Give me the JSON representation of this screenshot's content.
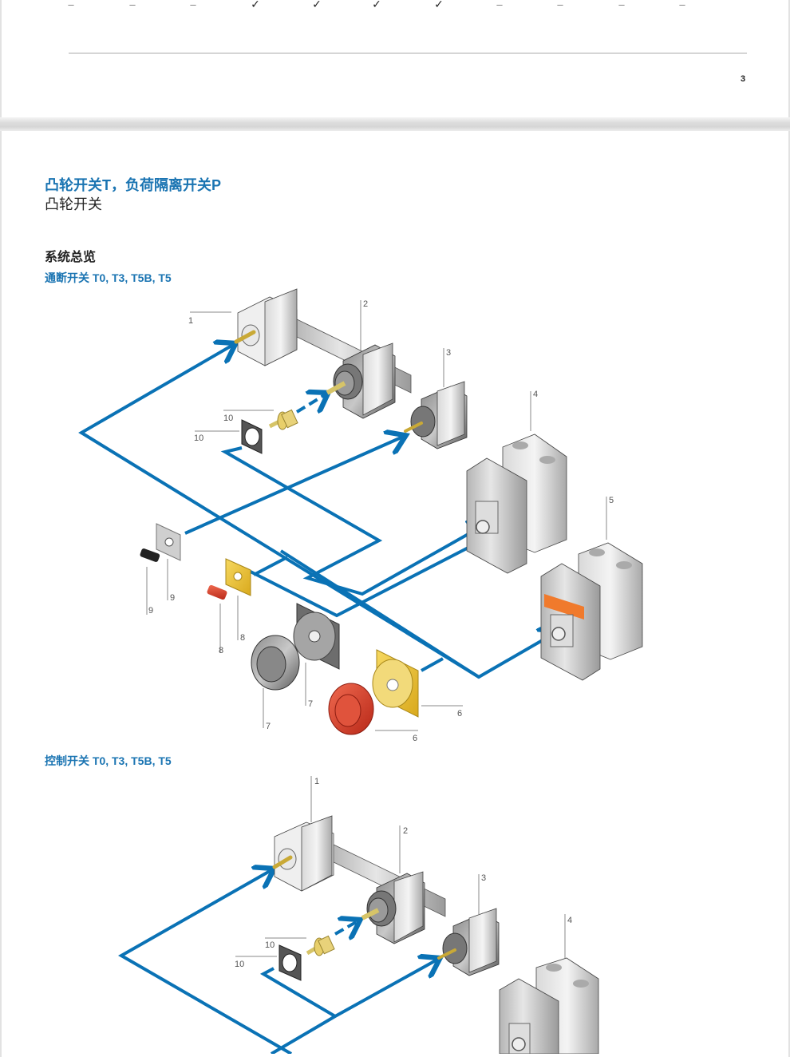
{
  "previous_page": {
    "table_marks": [
      "–",
      "–",
      "–",
      "✓",
      "✓",
      "✓",
      "✓",
      "–",
      "–",
      "–",
      "–"
    ],
    "page_number": "3"
  },
  "header": {
    "title": "凸轮开关T，负荷隔离开关P",
    "subtitle": "凸轮开关"
  },
  "section": {
    "heading": "系统总览",
    "diagrams": [
      {
        "heading": "通断开关 T0, T3, T5B, T5",
        "callouts": [
          "1",
          "2",
          "3",
          "4",
          "5",
          "6",
          "6",
          "7",
          "7",
          "8",
          "8",
          "9",
          "9",
          "10",
          "10"
        ]
      },
      {
        "heading": "控制开关 T0, T3, T5B, T5",
        "callouts": [
          "1",
          "2",
          "3",
          "4",
          "10",
          "10"
        ]
      }
    ]
  },
  "colors": {
    "accent_blue": "#1a74b2",
    "arrow_blue": "#0a72b5",
    "handle_red": "#d83a2a",
    "plate_yellow": "#e8c02e",
    "warning_label": "#f07a2c"
  }
}
